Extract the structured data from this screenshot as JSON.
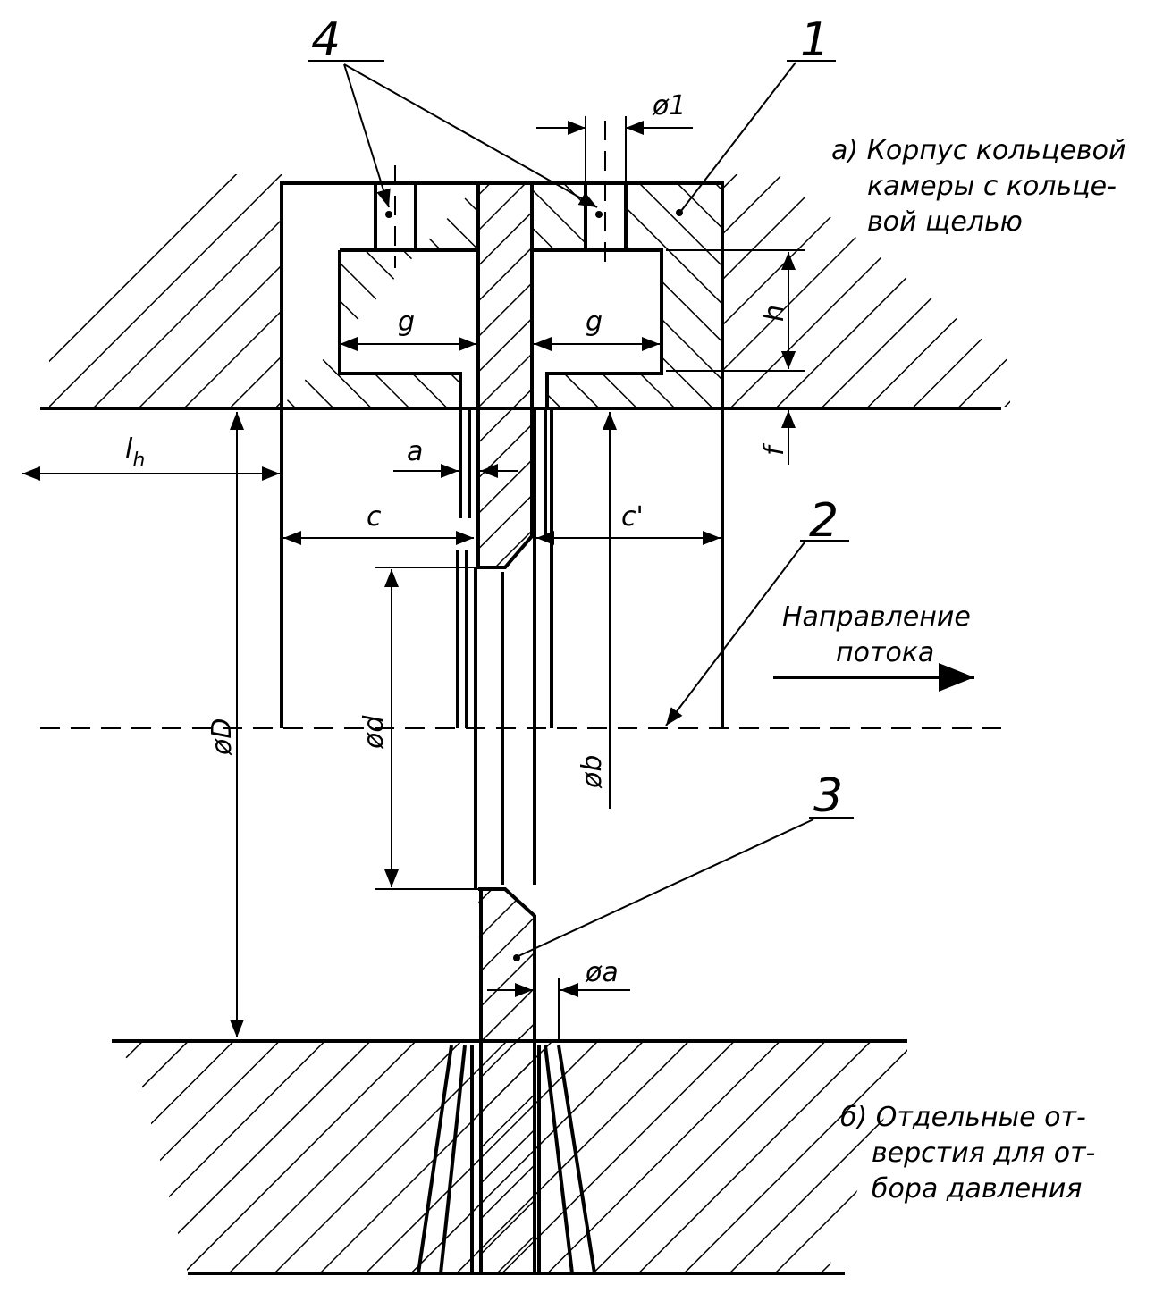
{
  "callouts": {
    "n1": "1",
    "n2": "2",
    "n3": "3",
    "n4": "4"
  },
  "dimensions": {
    "phi1": "ø1",
    "g_left": "g",
    "g_right": "g",
    "h": "h",
    "f": "f",
    "lh": "l",
    "lh_sub": "h",
    "a": "a",
    "c": "c",
    "c_prime": "c'",
    "phiD": "øD",
    "phid": "ød",
    "phib": "øb",
    "phia": "øa"
  },
  "captions": {
    "a_line1": "а) Корпус кольцевой",
    "a_line2": "камеры с кольце-",
    "a_line3": "вой щелью",
    "flow_line1": "Направление",
    "flow_line2": "потока",
    "b_line1": "б) Отдельные от-",
    "b_line2": "верстия для от-",
    "b_line3": "бора давления"
  }
}
